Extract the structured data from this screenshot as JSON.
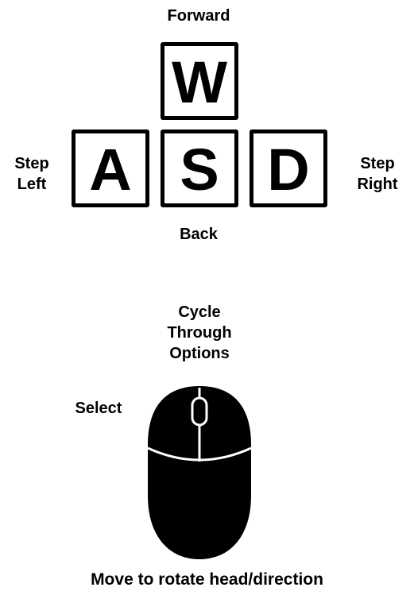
{
  "keyboard": {
    "forward_label": "Forward",
    "back_label": "Back",
    "step_left_label": [
      "Step",
      "Left"
    ],
    "step_right_label": [
      "Step",
      "Right"
    ],
    "keys": {
      "w": "W",
      "a": "A",
      "s": "S",
      "d": "D"
    }
  },
  "mouse": {
    "scroll_label": [
      "Cycle",
      "Through",
      "Options"
    ],
    "select_label": "Select",
    "move_label": "Move to rotate head/direction"
  },
  "colors": {
    "foreground": "#000000",
    "background": "#ffffff"
  }
}
